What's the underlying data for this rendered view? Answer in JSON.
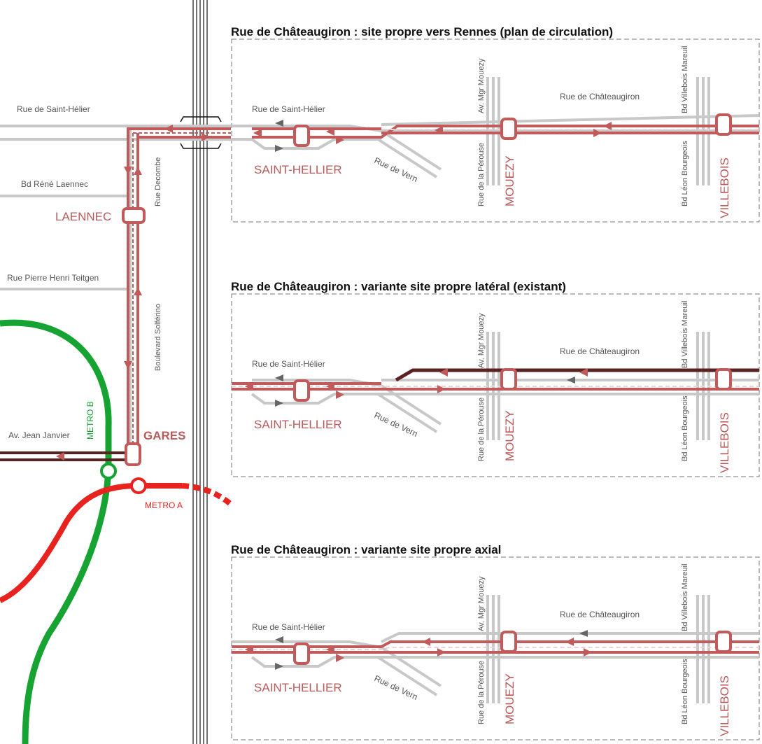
{
  "colors": {
    "bus": "#c15b5b",
    "bus_dark": "#5b2222",
    "road": "#c8c8c8",
    "metro_a": "#e8231f",
    "metro_b": "#16a332",
    "rail": "#444444",
    "frame": "#777777"
  },
  "left": {
    "streets": {
      "saint_helier": "Rue de Saint-Hélier",
      "laennec": "Bd Réné Laennec",
      "teitgen": "Rue Pierre Henri Teitgen",
      "janvier": "Av. Jean Janvier",
      "decombe": "Rue Decombe",
      "solferino": "Boulevard Solférino"
    },
    "stops": {
      "laennec": "LAENNEC",
      "gares": "GARES"
    },
    "metro": {
      "a": "METRO A",
      "b": "METRO B"
    }
  },
  "panels": [
    {
      "title": "Rue de Châteaugiron : site propre vers Rennes (plan de circulation)",
      "streets": {
        "saint_helier": "Rue de Saint-Hélier",
        "vern": "Rue de Vern",
        "perouse": "Rue de la Pérouse",
        "mouezy": "Av. Mgr Mouezy",
        "chateaugiron": "Rue de Châteaugiron",
        "bourgeois": "Bd Léon Bourgeois",
        "mareuil": "Bd Villebois Mareuil"
      },
      "stops": {
        "saint_hellier": "SAINT-HELLIER",
        "mouezy": "MOUEZY",
        "villebois": "VILLEBOIS"
      }
    },
    {
      "title": "Rue de Châteaugiron : variante site propre latéral (existant)",
      "streets": {
        "saint_helier": "Rue de Saint-Hélier",
        "vern": "Rue de Vern",
        "perouse": "Rue de la Pérouse",
        "mouezy": "Av. Mgr Mouezy",
        "chateaugiron": "Rue de Châteaugiron",
        "bourgeois": "Bd Léon Bourgeois",
        "mareuil": "Bd Villebois Mareuil"
      },
      "stops": {
        "saint_hellier": "SAINT-HELLIER",
        "mouezy": "MOUEZY",
        "villebois": "VILLEBOIS"
      }
    },
    {
      "title": "Rue de Châteaugiron : variante site propre axial",
      "streets": {
        "saint_helier": "Rue de Saint-Hélier",
        "vern": "Rue de Vern",
        "perouse": "Rue de la Pérouse",
        "mouezy": "Av. Mgr Mouezy",
        "chateaugiron": "Rue de Châteaugiron",
        "bourgeois": "Bd Léon Bourgeois",
        "mareuil": "Bd Villebois Mareuil"
      },
      "stops": {
        "saint_hellier": "SAINT-HELLIER",
        "mouezy": "MOUEZY",
        "villebois": "VILLEBOIS"
      }
    }
  ]
}
